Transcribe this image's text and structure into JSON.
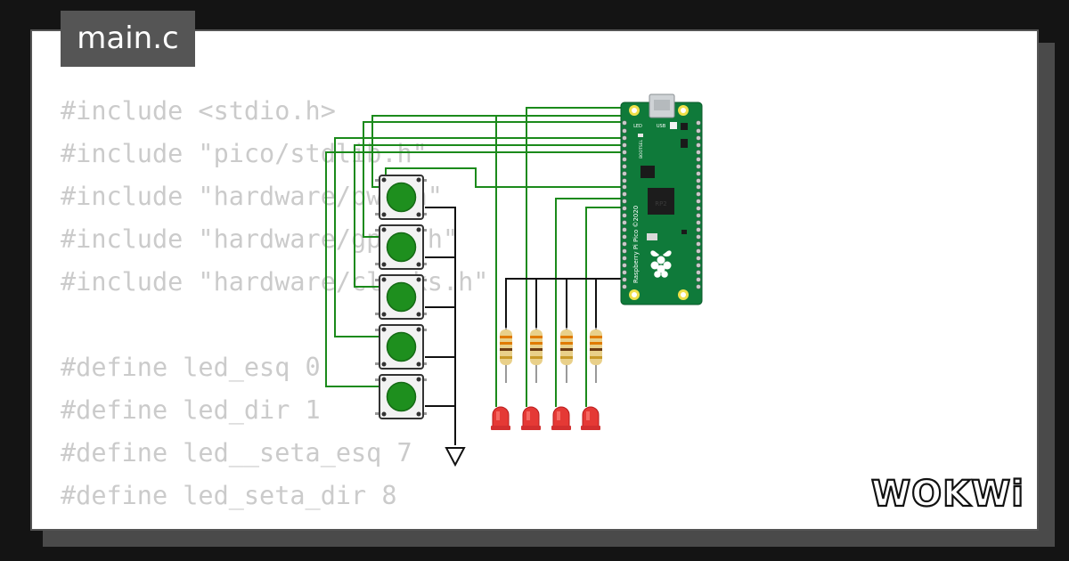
{
  "tab": {
    "label": "main.c"
  },
  "code": {
    "lines": [
      "#include <stdio.h>",
      "#include \"pico/stdlib.h\"",
      "#include \"hardware/pwm.h\"",
      "#include \"hardware/gpio.h\"",
      "#include \"hardware/clocks.h\"",
      "",
      "#define led_esq 0",
      "#define led_dir 1",
      "#define led__seta_esq 7",
      "#define led_seta_dir 8"
    ]
  },
  "board": {
    "silkscreen_side": "Raspberry Pi Pico ©2020",
    "usb_label": "USB",
    "led_label": "LED",
    "bootsel_label": "BOOTSEL"
  },
  "logo": {
    "text": "WOKWi"
  },
  "colors": {
    "background": "#141414",
    "card": "#ffffff",
    "tab": "#555555",
    "code_text": "#cbcbcb",
    "wire": "#1b8a1b",
    "ground_wire": "#111111",
    "board": "#0f7a3a",
    "led": "#e53935",
    "button_cap": "#1e8f1e"
  }
}
